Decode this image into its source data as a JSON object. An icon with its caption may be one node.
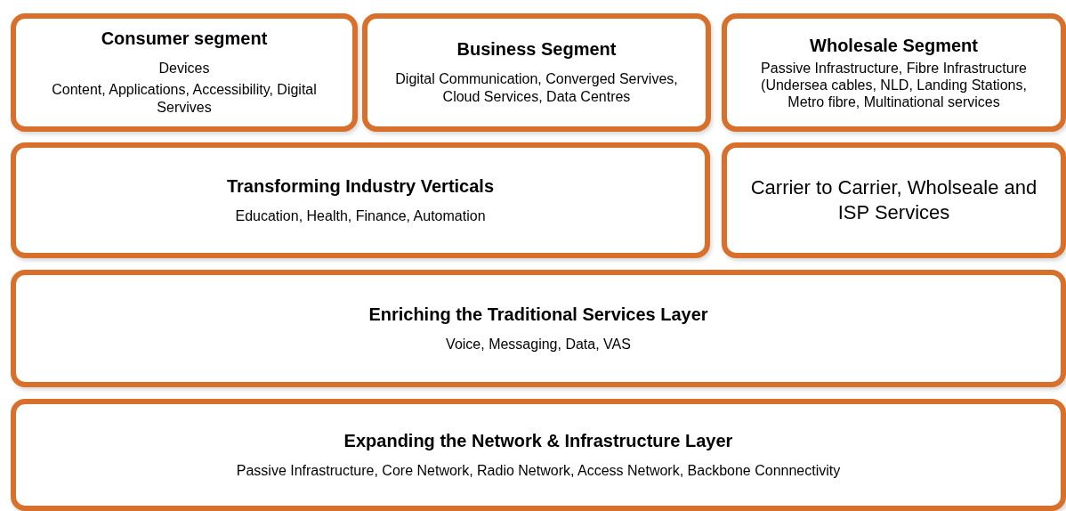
{
  "diagram": {
    "nodes": [
      {
        "text": [
          "Consumer segment",
          "Devices",
          "Content, Applications, Accessibility, Digital Servives"
        ]
      },
      {
        "text": [
          "Business Segment",
          "Digital Communication, Converged Servives, Cloud Services, Data Centres"
        ]
      },
      {
        "text": [
          "Wholesale Segment",
          "Passive Infrastructure, Fibre Infrastructure (Undersea cables, NLD, Landing Stations, Metro fibre, Multinational services"
        ]
      },
      {
        "text": [
          "Transforming Industry Verticals",
          "Education, Health, Finance, Automation"
        ]
      },
      {
        "text": [
          "Carrier to Carrier, Wholseale and ISP Services"
        ]
      },
      {
        "text": [
          "Enriching the Traditional Services Layer",
          "Voice, Messaging, Data, VAS"
        ]
      },
      {
        "text": [
          "Expanding the Network & Infrastructure Layer",
          "Passive Infrastructure, Core Network, Radio Network, Access Network, Backbone Connnectivity"
        ]
      }
    ]
  }
}
